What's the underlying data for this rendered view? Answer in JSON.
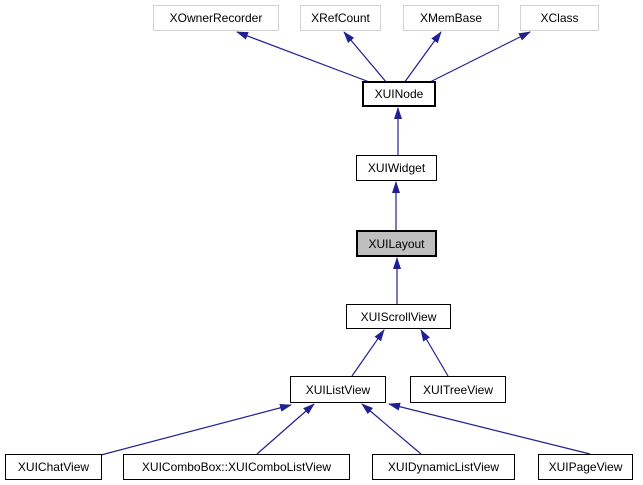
{
  "diagram": {
    "kind": "class-inheritance-graph",
    "selected_class": "XUILayout",
    "colors": {
      "background": "#ffffff",
      "arrow": "#202090",
      "node_border": "#000000",
      "plain_node_border": "#d3d3d3",
      "current_node_fill": "#bfbfbf",
      "text": "#000000"
    },
    "nodes": [
      {
        "label": "XOwnerRecorder",
        "style": "plain"
      },
      {
        "label": "XRefCount",
        "style": "plain"
      },
      {
        "label": "XMemBase",
        "style": "plain"
      },
      {
        "label": "XClass",
        "style": "plain"
      },
      {
        "label": "XUINode",
        "style": "bold"
      },
      {
        "label": "XUIWidget",
        "style": "linked"
      },
      {
        "label": "XUILayout",
        "style": "current"
      },
      {
        "label": "XUIScrollView",
        "style": "linked"
      },
      {
        "label": "XUIListView",
        "style": "linked"
      },
      {
        "label": "XUITreeView",
        "style": "linked"
      },
      {
        "label": "XUIChatView",
        "style": "linked"
      },
      {
        "label": "XUIComboBox::XUIComboListView",
        "style": "linked"
      },
      {
        "label": "XUIDynamicListView",
        "style": "linked"
      },
      {
        "label": "XUIPageView",
        "style": "linked"
      }
    ],
    "edges": [
      {
        "from": "XUINode",
        "to": "XOwnerRecorder"
      },
      {
        "from": "XUINode",
        "to": "XRefCount"
      },
      {
        "from": "XUINode",
        "to": "XMemBase"
      },
      {
        "from": "XUINode",
        "to": "XClass"
      },
      {
        "from": "XUIWidget",
        "to": "XUINode"
      },
      {
        "from": "XUILayout",
        "to": "XUIWidget"
      },
      {
        "from": "XUIScrollView",
        "to": "XUILayout"
      },
      {
        "from": "XUIListView",
        "to": "XUIScrollView"
      },
      {
        "from": "XUITreeView",
        "to": "XUIScrollView"
      },
      {
        "from": "XUIChatView",
        "to": "XUIListView"
      },
      {
        "from": "XUIComboBox::XUIComboListView",
        "to": "XUIListView"
      },
      {
        "from": "XUIDynamicListView",
        "to": "XUIListView"
      },
      {
        "from": "XUIPageView",
        "to": "XUIListView"
      }
    ]
  }
}
